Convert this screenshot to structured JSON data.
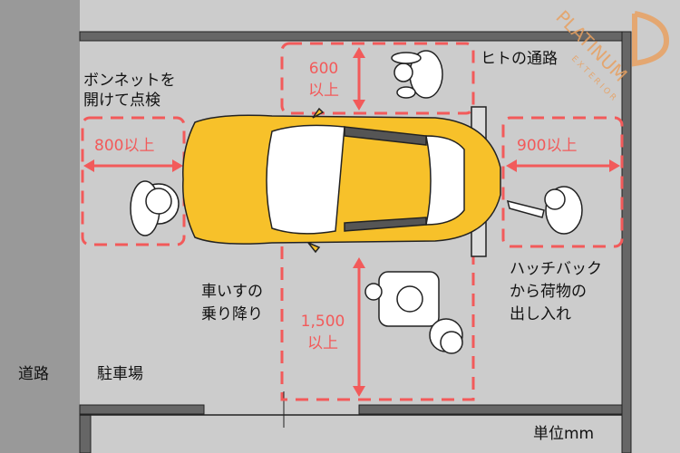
{
  "labels": {
    "bonnet": "ボンネットを\n開けて点検",
    "walkway": "ヒトの通路",
    "hatchback": "ハッチバック\nから荷物の\n出し入れ",
    "wheelchair": "車いすの\n乗り降り",
    "road": "道路",
    "parking": "駐車場",
    "unit": "単位mm"
  },
  "dimensions": {
    "front": "800以上",
    "rear": "900以上",
    "side_top": "600\n以上",
    "side_bottom": "1,500\n以上"
  },
  "logo": {
    "name": "PLATINUM",
    "sub": "EXTERIOR"
  },
  "colors": {
    "dim": "#f25a5a",
    "car": "#f7c12a",
    "wall": "#666666",
    "road": "#999999",
    "ground": "#cccccc",
    "logo": "#e8a060"
  }
}
